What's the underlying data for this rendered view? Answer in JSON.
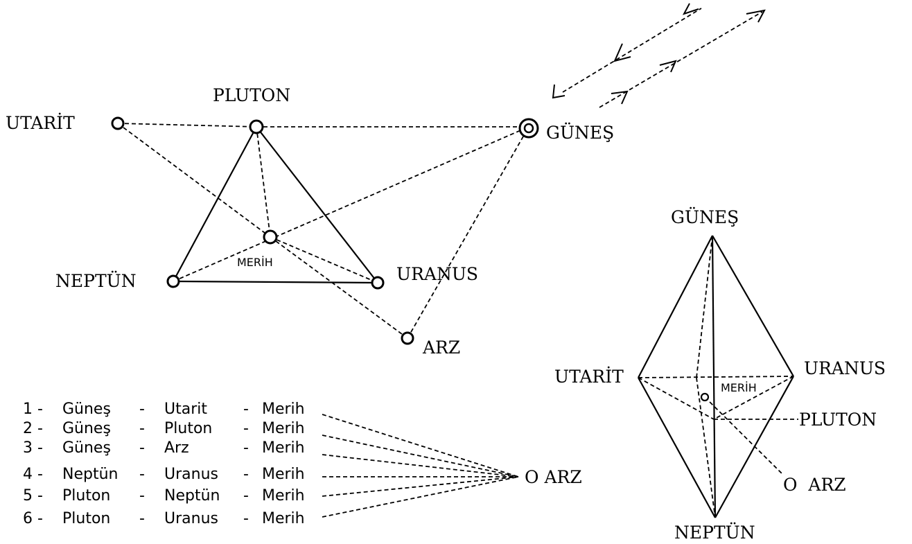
{
  "diagram1": {
    "nodes": {
      "utarit": "UTARİT",
      "pluton": "PLUTON",
      "gunes": "GÜNEŞ",
      "merih": "MERİH",
      "neptun": "NEPTÜN",
      "uranus": "URANUS",
      "arz": "ARZ"
    }
  },
  "list": {
    "rows": [
      {
        "num": "1 -",
        "a": "Güneş",
        "sep1": "-",
        "b": "Utarit",
        "sep2": "-",
        "c": "Merih"
      },
      {
        "num": "2 -",
        "a": "Güneş",
        "sep1": "-",
        "b": "Pluton",
        "sep2": "-",
        "c": "Merih"
      },
      {
        "num": "3 -",
        "a": "Güneş",
        "sep1": "-",
        "b": "Arz",
        "sep2": "-",
        "c": "Merih"
      },
      {
        "num": "4 -",
        "a": "Neptün",
        "sep1": "-",
        "b": "Uranus",
        "sep2": "-",
        "c": "Merih"
      },
      {
        "num": "5 -",
        "a": "Pluton",
        "sep1": "-",
        "b": "Neptün",
        "sep2": "-",
        "c": "Merih"
      },
      {
        "num": "6 -",
        "a": "Pluton",
        "sep1": "-",
        "b": "Uranus",
        "sep2": "-",
        "c": "Merih"
      }
    ],
    "target": "O ARZ"
  },
  "diagram2": {
    "nodes": {
      "gunes": "GÜNEŞ",
      "utarit": "UTARİT",
      "uranus": "URANUS",
      "merih": "MERİH",
      "pluton": "PLUTON",
      "arz": "O  ARZ",
      "neptun": "NEPTÜN"
    }
  }
}
